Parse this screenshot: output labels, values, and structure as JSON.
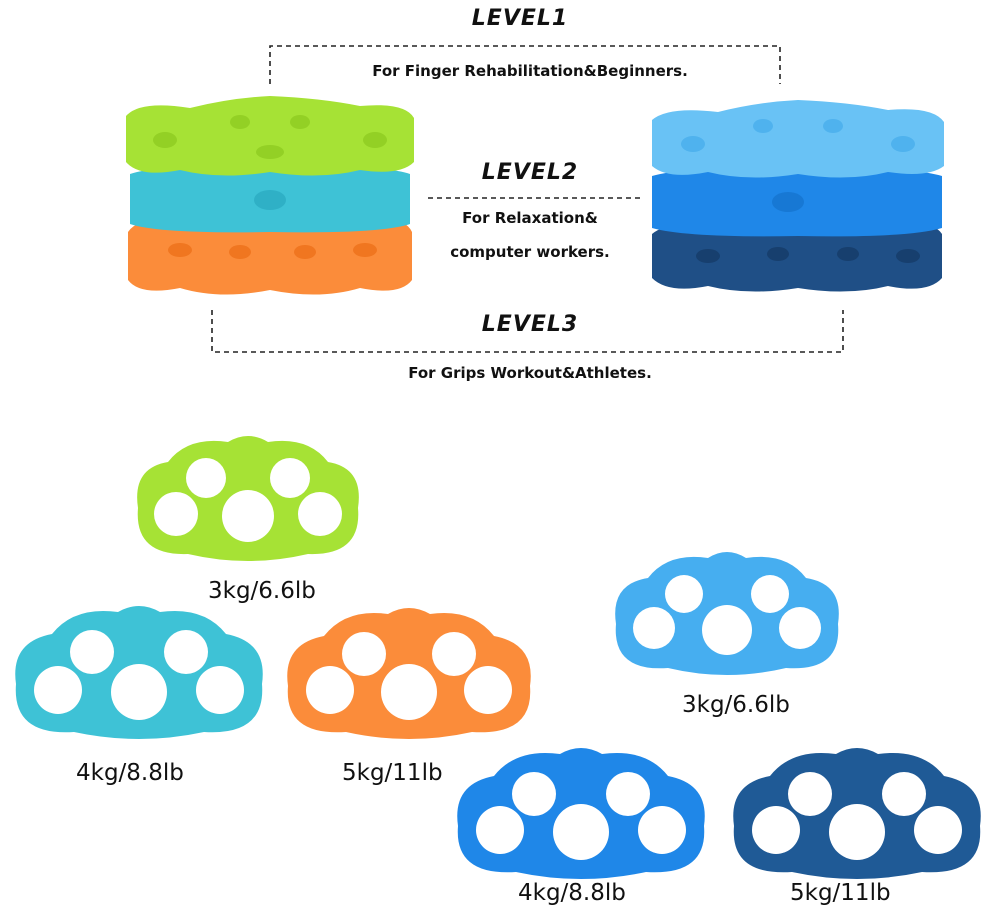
{
  "levels": [
    {
      "title": "LEVEL1",
      "desc": "For Finger Rehabilitation&Beginners."
    },
    {
      "title": "LEVEL2",
      "desc_line1": "For Relaxation&",
      "desc_line2": "computer workers."
    },
    {
      "title": "LEVEL3",
      "desc": "For Grips Workout&Athletes."
    }
  ],
  "weights": {
    "green": "3kg/6.6lb",
    "teal": "4kg/8.8lb",
    "orange": "5kg/11lb",
    "light_blue": "3kg/6.6lb",
    "mid_blue": "4kg/8.8lb",
    "navy": "5kg/11lb"
  },
  "colors": {
    "green": "#a6e235",
    "teal": "#3ec2d6",
    "orange": "#fb8c3a",
    "light_blue": "#46aef0",
    "mid_blue": "#1f87e8",
    "navy": "#1f5a96"
  }
}
